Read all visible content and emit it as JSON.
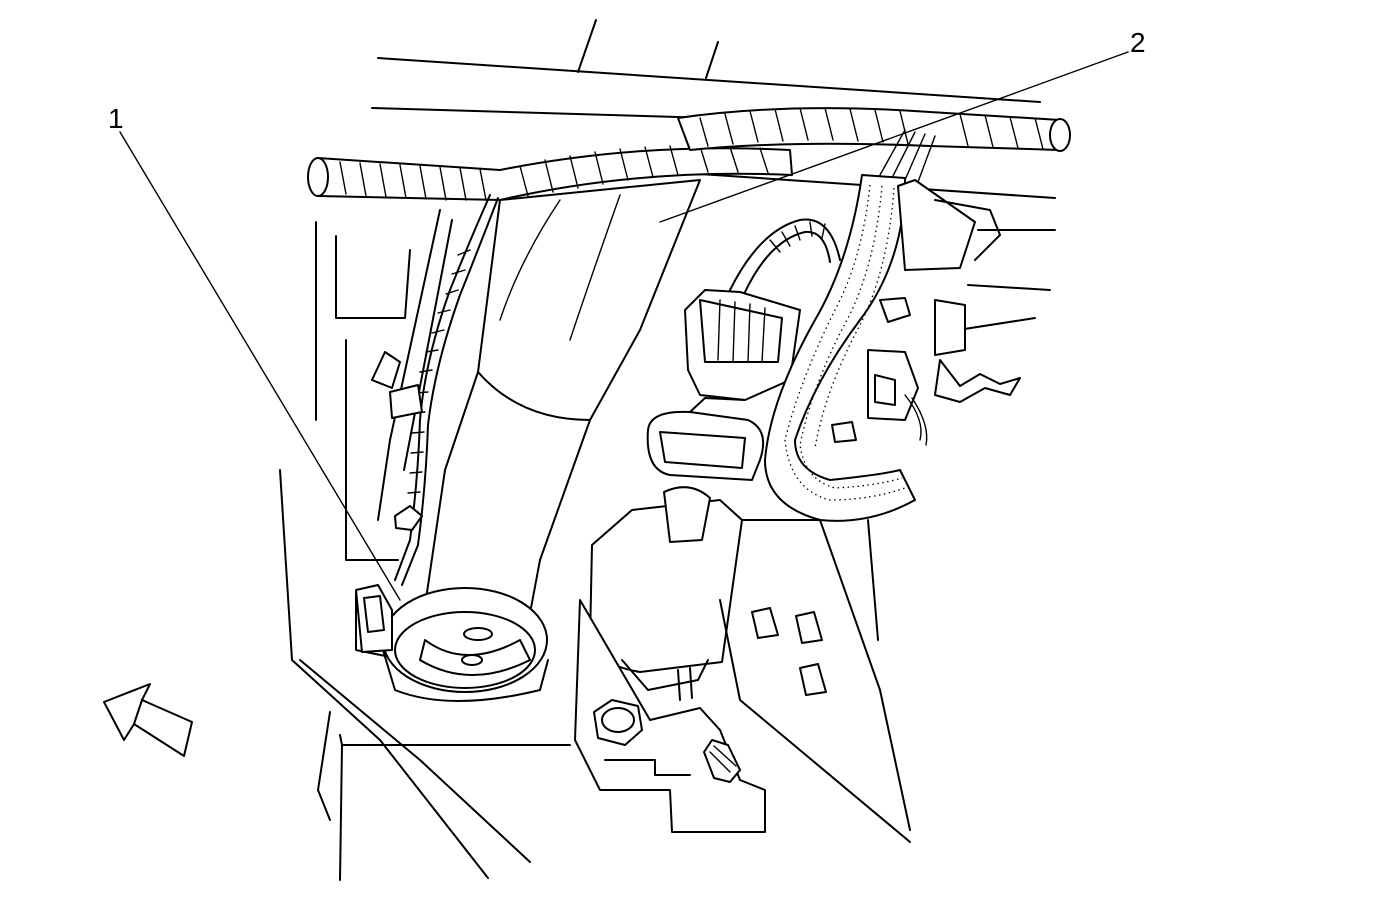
{
  "callouts": [
    {
      "id": "1",
      "label": "1"
    },
    {
      "id": "2",
      "label": "2"
    }
  ],
  "colors": {
    "line": "#000000",
    "background": "#ffffff"
  },
  "icons": {
    "direction": "forward-arrow-icon"
  }
}
